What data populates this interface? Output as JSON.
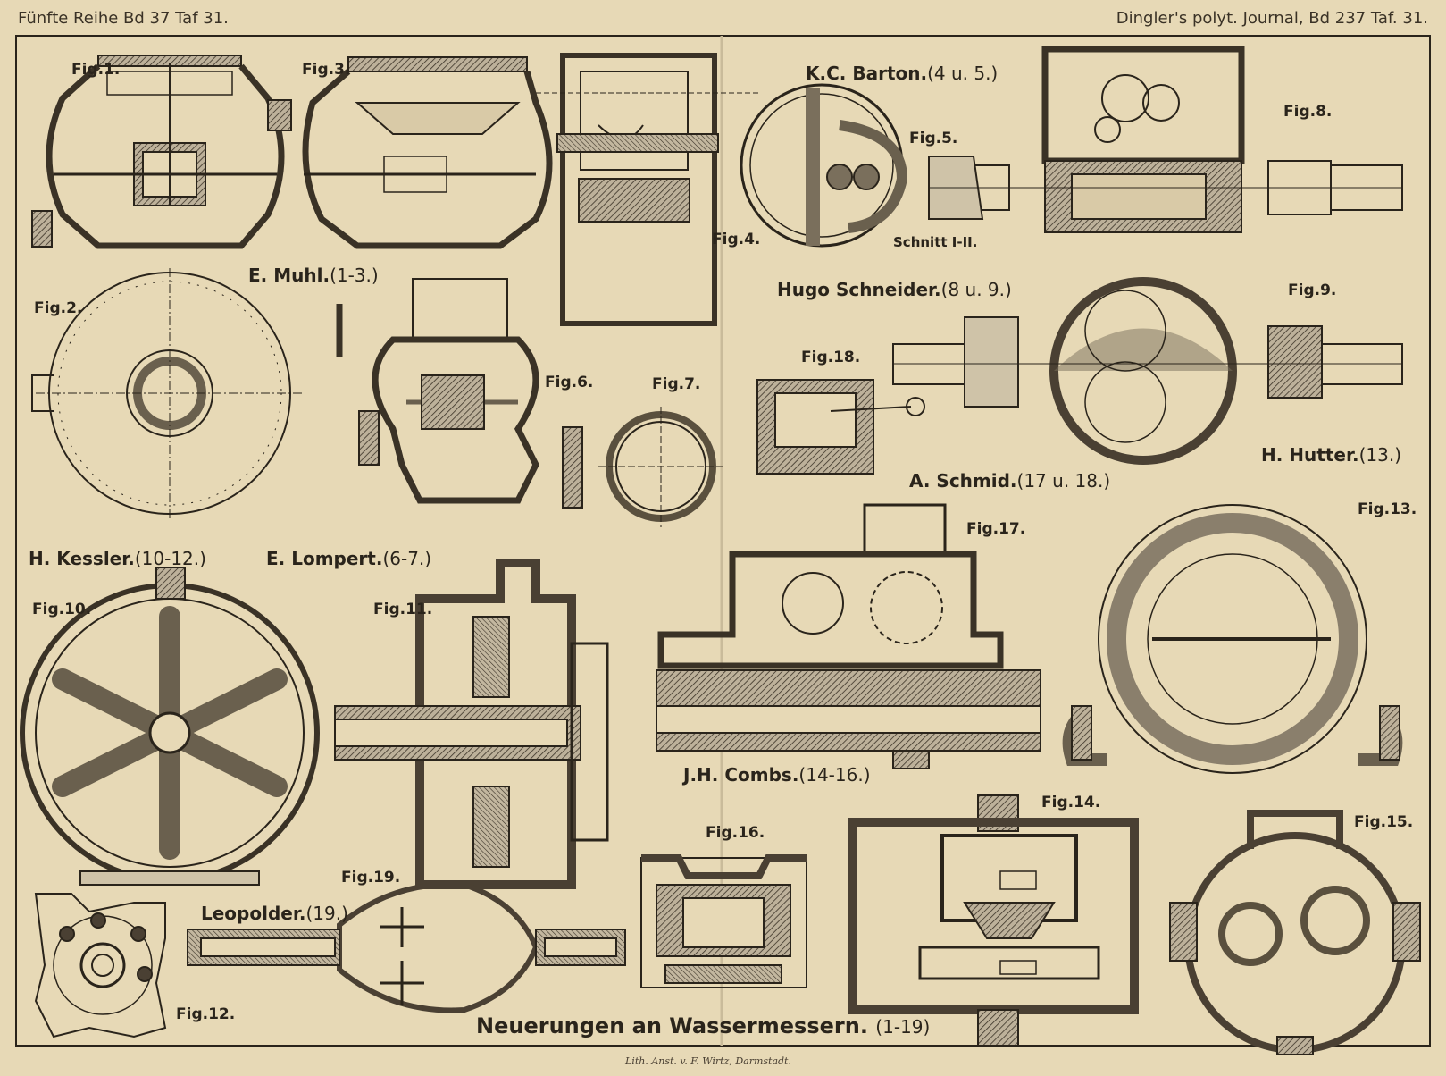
{
  "header": {
    "left": "Fünfte Reihe Bd 37 Taf 31.",
    "right": "Dingler's polyt. Journal, Bd 237 Taf. 31."
  },
  "title": "Neuerungen an Wassermessern.",
  "title_range": "(1-19)",
  "imprint": "Lith. Anst. v. F. Wirtz, Darmstadt.",
  "figures": {
    "f1": "Fig.1.",
    "f2": "Fig.2.",
    "f3": "Fig.3.",
    "f4": "Fig.4.",
    "f5": "Fig.5.",
    "f6": "Fig.6.",
    "f7": "Fig.7.",
    "f8": "Fig.8.",
    "f9": "Fig.9.",
    "f10": "Fig.10.",
    "f11": "Fig.11.",
    "f12": "Fig.12.",
    "f13": "Fig.13.",
    "f14": "Fig.14.",
    "f15": "Fig.15.",
    "f16": "Fig.16.",
    "f17": "Fig.17.",
    "f18": "Fig.18.",
    "f19": "Fig.19."
  },
  "inventors": {
    "muhl": {
      "name": "E. Muhl.",
      "range": "(1-3.)"
    },
    "barton": {
      "name": "K.C. Barton.",
      "range": "(4 u. 5.)"
    },
    "schneider": {
      "name": "Hugo Schneider.",
      "range": "(8 u. 9.)"
    },
    "schmid": {
      "name": "A. Schmid.",
      "range": "(17 u. 18.)"
    },
    "hutter": {
      "name": "H. Hutter.",
      "range": "(13.)"
    },
    "kessler": {
      "name": "H. Kessler.",
      "range": "(10-12.)"
    },
    "lompert": {
      "name": "E. Lompert.",
      "range": "(6-7.)"
    },
    "combs": {
      "name": "J.H. Combs.",
      "range": "(14-16.)"
    },
    "leopolder": {
      "name": "Leopolder.",
      "range": "(19.)"
    }
  },
  "schnitt": "Schnitt I-II.",
  "colors": {
    "paper": "#e7d9b6",
    "ink": "#2a241b",
    "fill": "#9a8f7c"
  }
}
